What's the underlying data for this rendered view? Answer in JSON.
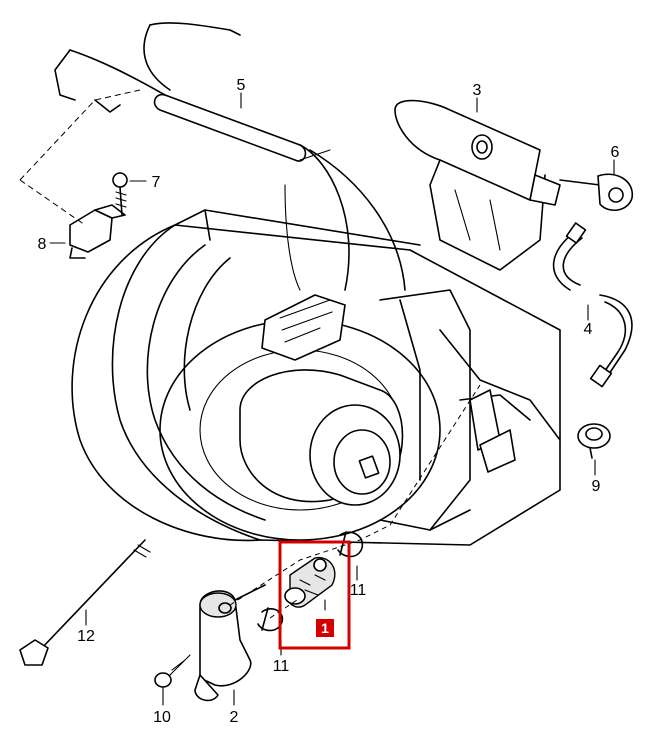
{
  "labels": {
    "l1": "1",
    "l2": "2",
    "l3": "3",
    "l4": "4",
    "l5": "5",
    "l6": "6",
    "l7": "7",
    "l8": "8",
    "l9": "9",
    "l10": "10",
    "l11a": "11",
    "l11b": "11",
    "l12": "12"
  },
  "highlight": {
    "color": "#d40000",
    "target_label": "1"
  }
}
